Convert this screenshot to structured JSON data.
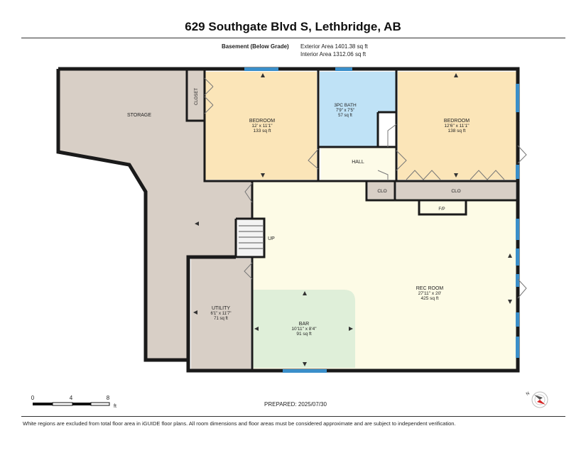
{
  "header": {
    "address": "629 Southgate Blvd S, Lethbridge, AB",
    "level": "Basement (Below Grade)",
    "exterior_area": "Exterior Area 1401.38 sq ft",
    "interior_area": "Interior Area 1312.06 sq ft"
  },
  "rooms": {
    "storage": {
      "name": "STORAGE"
    },
    "closet": {
      "name": "CLOSET"
    },
    "bedroom1": {
      "name": "BEDROOM",
      "dims": "12' x 11'1\"",
      "area": "133 sq ft"
    },
    "bath": {
      "name": "3PC BATH",
      "dims": "7'9\" x 7'5\"",
      "area": "57 sq ft"
    },
    "bedroom2": {
      "name": "BEDROOM",
      "dims": "12'6\" x 11'1\"",
      "area": "138 sq ft"
    },
    "hall": {
      "name": "HALL"
    },
    "clo_small": {
      "name": "CLO"
    },
    "clo_large": {
      "name": "CLO"
    },
    "fireplace": {
      "name": "F/P"
    },
    "stairs": {
      "name": "UP"
    },
    "utility": {
      "name": "UTILITY",
      "dims": "6'1\" x 11'7\"",
      "area": "71 sq ft"
    },
    "bar": {
      "name": "BAR",
      "dims": "10'11\" x 8'4\"",
      "area": "91 sq ft"
    },
    "rec_room": {
      "name": "REC ROOM",
      "dims": "27'11\" x 20'",
      "area": "425 sq ft"
    }
  },
  "scale_bar": {
    "ticks": [
      "0",
      "4",
      "8"
    ],
    "unit": "ft"
  },
  "compass": {
    "label": "N",
    "icon": "compass-icon"
  },
  "prepared": "PREPARED: 2025/07/30",
  "footnote": "White regions are excluded from total floor area in iGUIDE floor plans. All room dimensions and floor areas must be considered approximate and are subject to independent verification.",
  "colors": {
    "storage": "#d8cfc6",
    "bedroom": "#fbe5b8",
    "bath": "#bfe2f6",
    "hall": "#fdfbe8",
    "rec_room": "#fdfbe6",
    "bar": "#dfefd9",
    "utility": "#d8cfc6",
    "closet": "#d8cfc6",
    "window": "#3a8fca",
    "wall": "#1a1a1a"
  }
}
